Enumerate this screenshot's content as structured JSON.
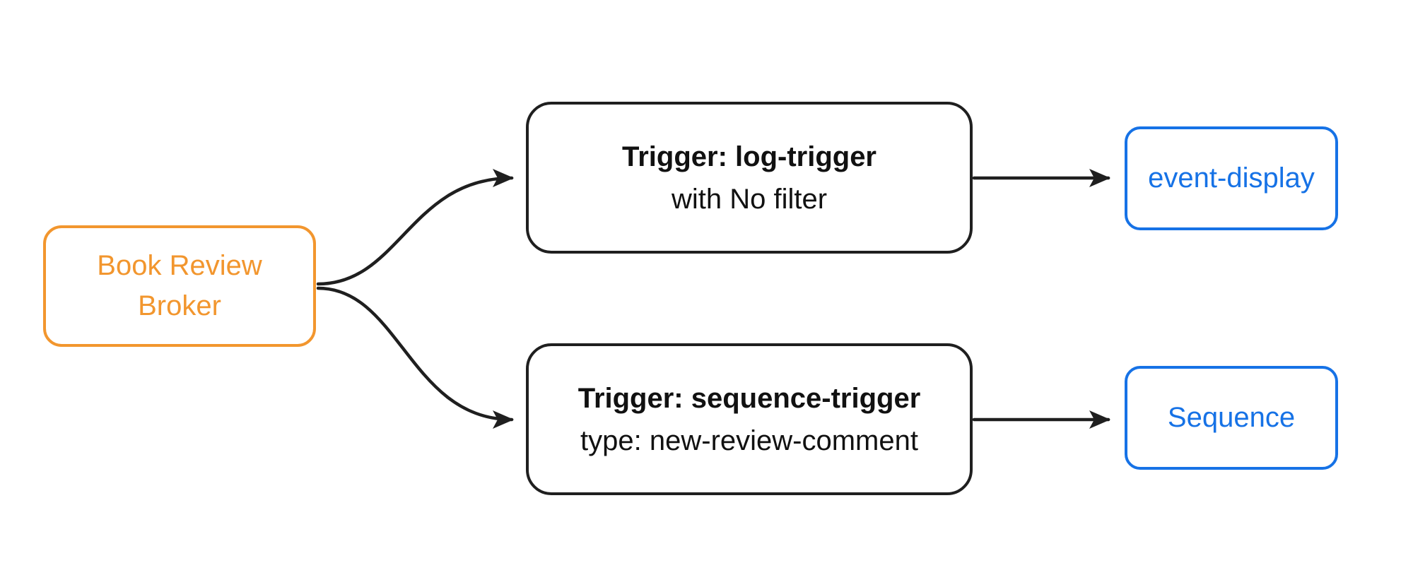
{
  "colors": {
    "orange": "#F2962E",
    "blue": "#1672E6",
    "ink": "#1F1F1F",
    "background": "#FFFFFF"
  },
  "diagram": {
    "broker": {
      "label": "Book Review Broker"
    },
    "triggers": [
      {
        "title": "Trigger: log-trigger",
        "subtitle": "with No filter"
      },
      {
        "title": "Trigger: sequence-trigger",
        "subtitle": "type: new-review-comment"
      }
    ],
    "sinks": [
      {
        "label": "event-display"
      },
      {
        "label": "Sequence"
      }
    ]
  }
}
